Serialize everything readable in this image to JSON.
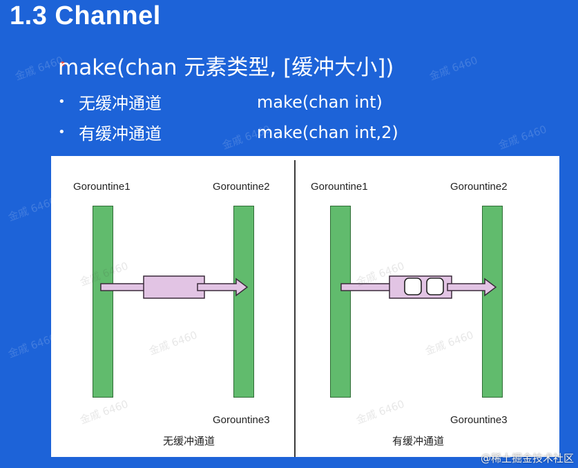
{
  "slide": {
    "title": "1.3 Channel",
    "syntax": "make(chan 元素类型, [缓冲大小])",
    "bullets": [
      {
        "bullet": "•",
        "name": "无缓冲通道",
        "code": "make(chan int)"
      },
      {
        "bullet": "•",
        "name": "有缓冲通道",
        "code": "make(chan int,2)"
      }
    ]
  },
  "diagram": {
    "left": {
      "goroutine1": "Gorountine1",
      "goroutine2": "Gorountine2",
      "goroutine3": "Gorountine3",
      "caption": "无缓冲通道"
    },
    "right": {
      "goroutine1": "Gorountine1",
      "goroutine2": "Gorountine2",
      "goroutine3": "Gorountine3",
      "caption": "有缓冲通道"
    }
  },
  "colors": {
    "background": "#1d63d8",
    "goroutine_bar": "#61bb6d",
    "channel_box": "#e2c4e4",
    "arrow_fill": "#e2c4e4"
  },
  "watermark": "金戚 6460",
  "site_mark": "@稀土掘金技术社区"
}
